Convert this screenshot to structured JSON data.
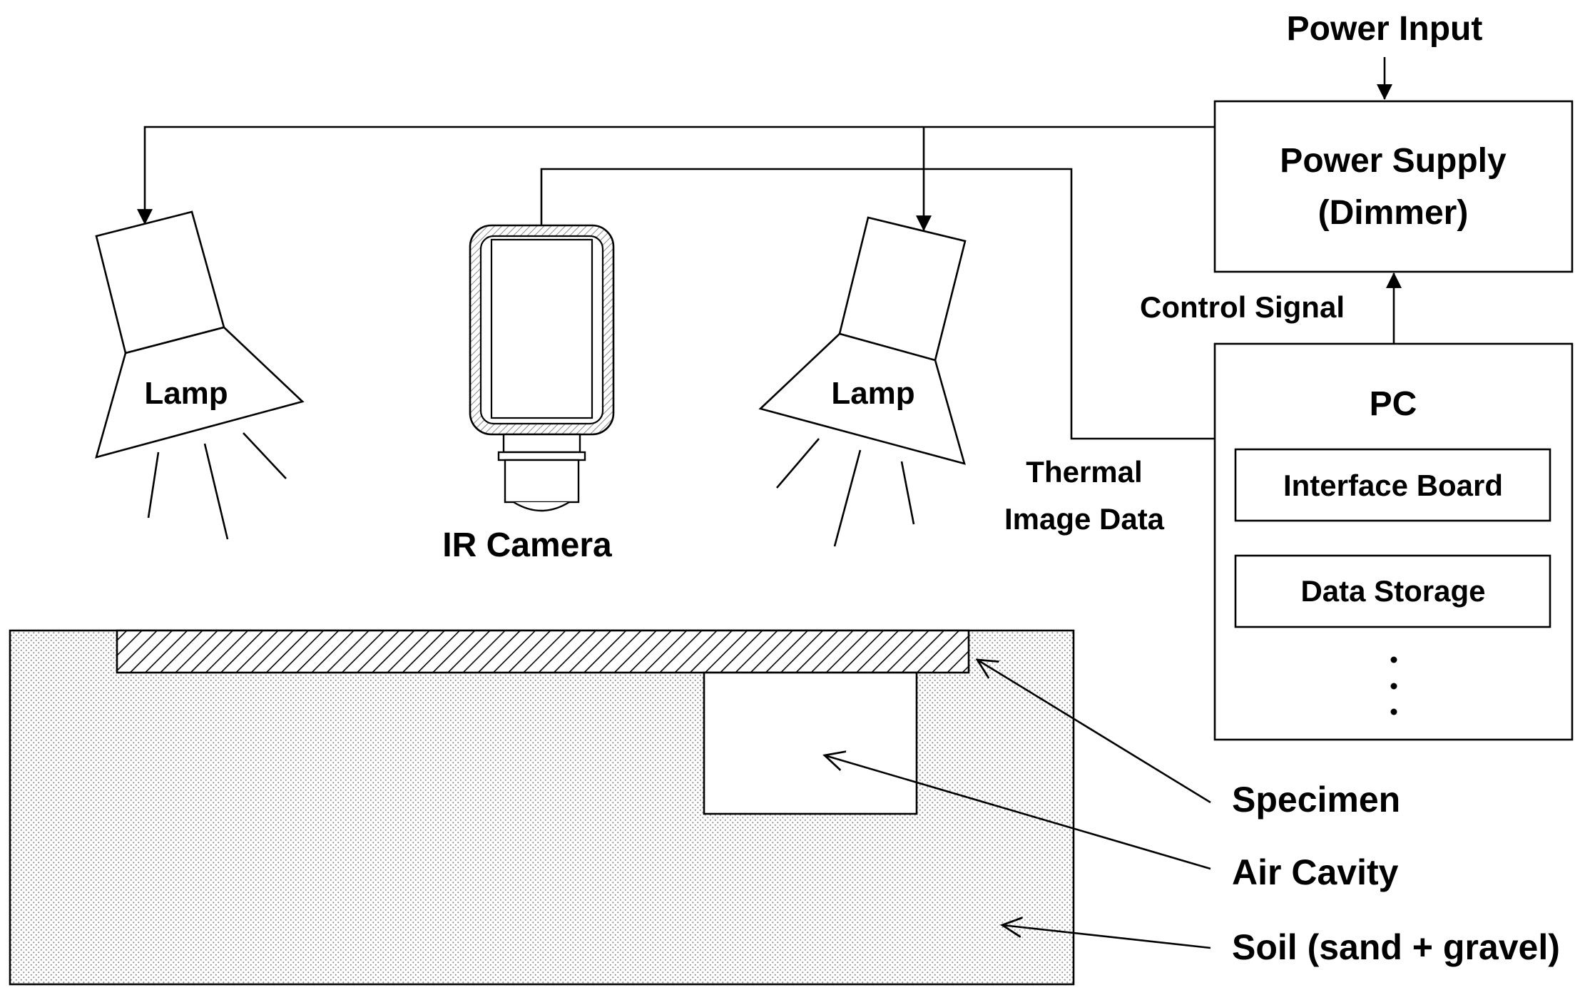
{
  "power_input": "Power Input",
  "power_supply": {
    "line1": "Power Supply",
    "line2": "(Dimmer)"
  },
  "control_signal": "Control Signal",
  "pc": {
    "title": "PC",
    "components": [
      "Interface Board",
      "Data Storage"
    ]
  },
  "thermal_image_data": {
    "line1": "Thermal",
    "line2": "Image Data"
  },
  "lamps": [
    "Lamp",
    "Lamp"
  ],
  "ir_camera": "IR Camera",
  "callouts": [
    "Specimen",
    "Air Cavity",
    "Soil (sand + gravel)"
  ]
}
